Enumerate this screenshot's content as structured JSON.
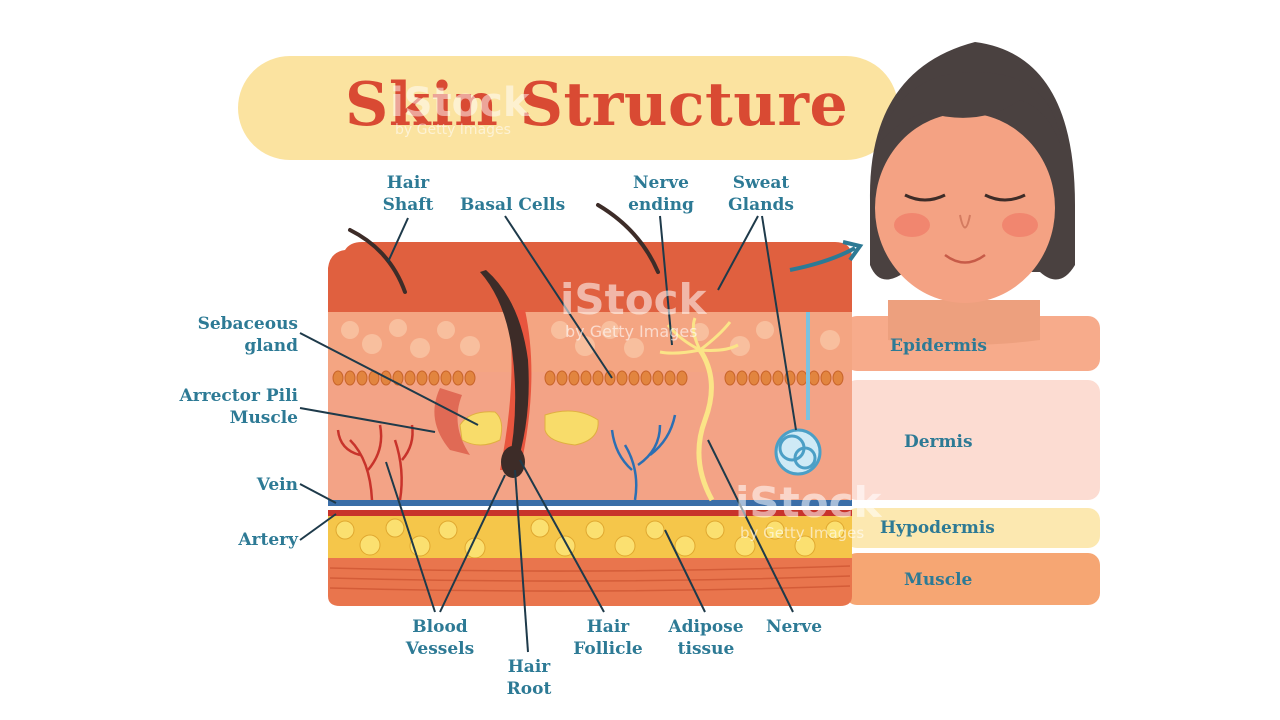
{
  "title": "Skin Structure",
  "colors": {
    "accent_text": "#2d7a95",
    "title_text": "#d94a33",
    "banner": "#fbe3a0",
    "skin_surface": "#e56a4b",
    "epidermis": "#f7a983",
    "dermis": "#fbd3c6",
    "hypodermis": "#fbe3a0",
    "muscle": "#f6a26c"
  },
  "labels": {
    "hair_shaft": [
      "Hair",
      "Shaft"
    ],
    "basal_cells": "Basal Cells",
    "nerve_ending": [
      "Nerve",
      "ending"
    ],
    "sweat_glands": [
      "Sweat",
      "Glands"
    ],
    "sebaceous_gland": [
      "Sebaceous",
      "gland"
    ],
    "arrector_pili": [
      "Arrector  Pili",
      "Muscle"
    ],
    "vein": "Vein",
    "artery": "Artery",
    "blood_vessels": [
      "Blood",
      "Vessels"
    ],
    "hair_root": [
      "Hair",
      "Root"
    ],
    "hair_follicle": [
      "Hair",
      "Follicle"
    ],
    "adipose_tissue": [
      "Adipose",
      "tissue"
    ],
    "nerve": "Nerve"
  },
  "layers": {
    "epidermis": "Epidermis",
    "dermis": "Dermis",
    "hypodermis": "Hypodermis",
    "muscle": "Muscle"
  },
  "watermark": {
    "brand": "iStock",
    "sub": "by Getty Images"
  }
}
